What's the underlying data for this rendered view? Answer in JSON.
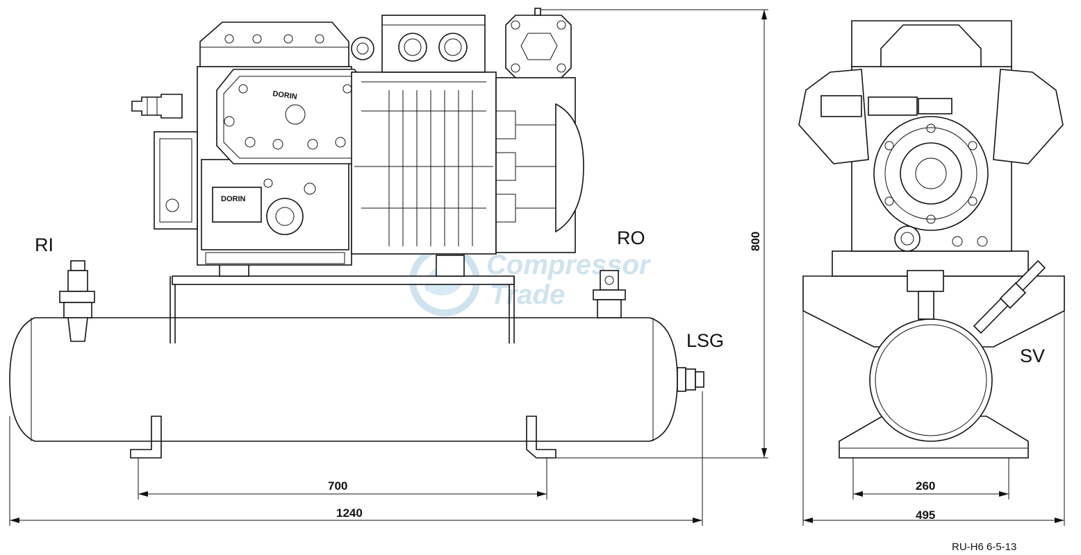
{
  "labels": {
    "ri": "RI",
    "ro": "RO",
    "lsg": "LSG",
    "sv": "SV"
  },
  "dimensions": {
    "feet_spacing": "700",
    "receiver_length": "1240",
    "height": "800",
    "side_feet_spacing": "260",
    "side_width": "495"
  },
  "brand": {
    "head": "DORIN",
    "plate": "DORIN"
  },
  "watermark": {
    "line1": "Compressor",
    "line2": "Trade"
  },
  "drawing_code": "RU-H6 6-5-13",
  "colors": {
    "line": "#111111",
    "watermark": "#cfe3ef",
    "background": "#ffffff"
  }
}
